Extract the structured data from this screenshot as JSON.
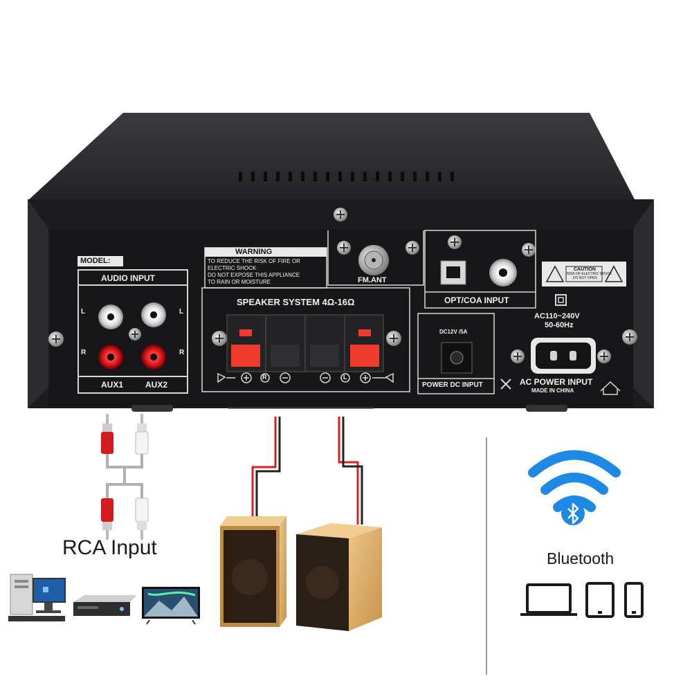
{
  "amplifier": {
    "model_label": "MODEL:",
    "audio_input_title": "AUDIO INPUT",
    "channel_l": "L",
    "channel_r": "R",
    "aux1": "AUX1",
    "aux2": "AUX2",
    "warning_title": "WARNING",
    "warning_lines": [
      "TO REDUCE THE RISK OF FIRE OR",
      "ELECTRIC SHOCK",
      "DO NOT EXPOSE THIS APPLIANCE",
      "TO RAIN OR MOISTURE"
    ],
    "fm_ant": "FM.ANT",
    "opt_coa_input": "OPT/COA  INPUT",
    "speaker_system": "SPEAKER SYSTEM 4Ω-16Ω",
    "speaker_r": "R",
    "speaker_l": "L",
    "dc_spec": "DC12V /5A",
    "power_dc_input": "POWER DC INPUT",
    "ac_spec_1": "AC110~240V",
    "ac_spec_2": "50-60Hz",
    "ac_power_input": "AC POWER INPUT",
    "made_in": "MADE IN CHINA",
    "caution_title": "CAUTION",
    "caution_lines": [
      "RISK OF ELECTRIC SHOCK",
      "DO NOT OPEN"
    ]
  },
  "rca_input_label": "RCA Input",
  "bluetooth_label": "Bluetooth",
  "icons": [
    "bluetooth-icon",
    "wifi-signal-icon",
    "laptop-icon",
    "tablet-icon",
    "phone-icon",
    "desktop-pc-icon",
    "dvd-player-icon",
    "tv-icon",
    "speaker-icon",
    "rca-plug-icon"
  ],
  "colors": {
    "chassis": "#1c1c1e",
    "panel_line": "#d9d9d9",
    "bluetooth_blue": "#1e88e5",
    "rca_red": "#d6171d",
    "speaker_wood": "#e0b46e"
  }
}
